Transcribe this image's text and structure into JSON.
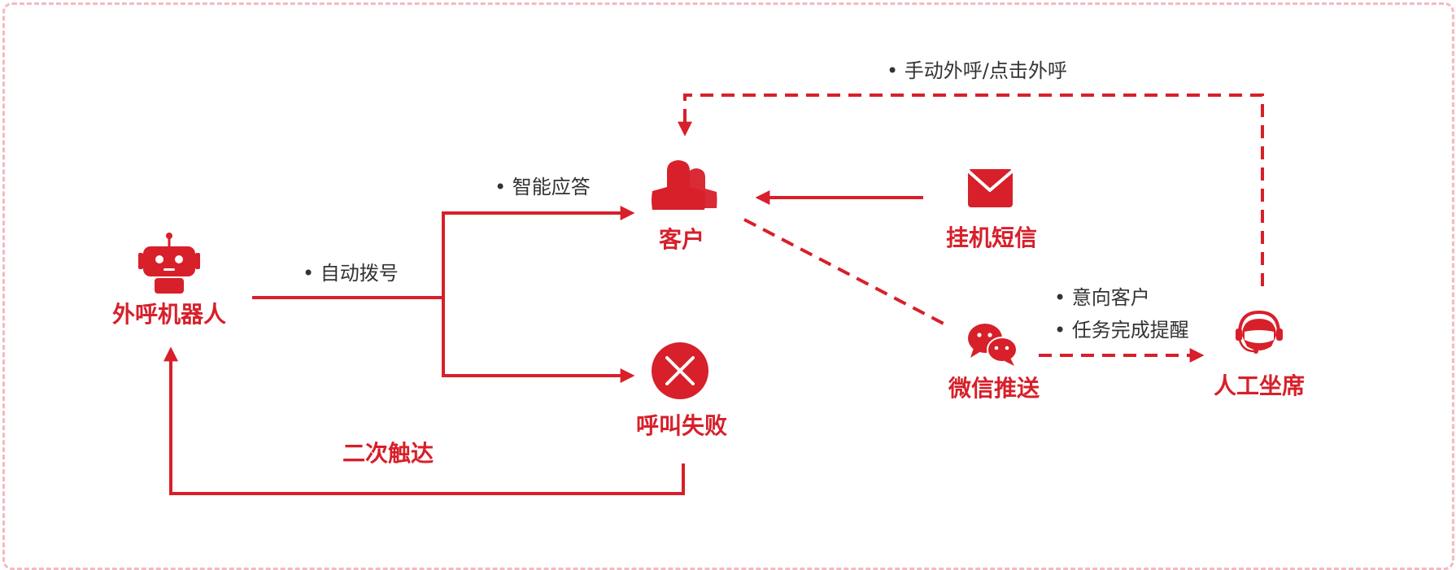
{
  "nodes": {
    "robot": "外呼机器人",
    "customer": "客户",
    "call_failed": "呼叫失败",
    "hangup_sms": "挂机短信",
    "wechat_push": "微信推送",
    "agent": "人工坐席"
  },
  "edges": {
    "auto_dial": "• 自动拨号",
    "smart_answer": "• 智能应答",
    "second_reach": "二次触达",
    "manual_call": "• 手动外呼/点击外呼",
    "intent_customer": "• 意向客户",
    "task_reminder": "• 任务完成提醒"
  },
  "colors": {
    "accent": "#d7202a",
    "frame_border": "#f3b9c1",
    "note_text": "#333333"
  },
  "icons": {
    "robot": "robot-icon",
    "customer": "users-icon",
    "call_failed": "close-circle-icon",
    "hangup_sms": "envelope-icon",
    "wechat_push": "wechat-icon",
    "agent": "headset-agent-icon"
  }
}
